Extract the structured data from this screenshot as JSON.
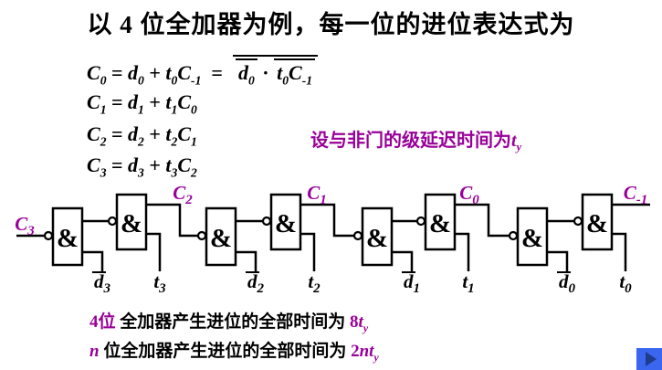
{
  "colors": {
    "purple": "#990099",
    "black": "#000000",
    "nav_bg": "#3a66f0",
    "nav_arrow": "#1f3d8f"
  },
  "title": "以 4 位全加器为例，每一位的进位表达式为",
  "equations": [
    [
      {
        "v": "C",
        "sub": "0"
      },
      {
        "op": " = "
      },
      {
        "v": "d",
        "sub": "0"
      },
      {
        "op": " + "
      },
      {
        "v": "t",
        "sub": "0"
      },
      {
        "v": "C",
        "sub": "-1"
      },
      {
        "op": "  =  "
      },
      {
        "bar": [
          {
            "bar": [
              {
                "v": "d",
                "sub": "0"
              }
            ]
          },
          {
            "op": " · "
          },
          {
            "bar": [
              {
                "v": "t",
                "sub": "0"
              },
              {
                "v": "C",
                "sub": "-1"
              }
            ]
          }
        ]
      }
    ],
    [
      {
        "v": "C",
        "sub": "1"
      },
      {
        "op": " = "
      },
      {
        "v": "d",
        "sub": "1"
      },
      {
        "op": " + "
      },
      {
        "v": "t",
        "sub": "1"
      },
      {
        "v": "C",
        "sub": "0"
      }
    ],
    [
      {
        "v": "C",
        "sub": "2"
      },
      {
        "op": " = "
      },
      {
        "v": "d",
        "sub": "2"
      },
      {
        "op": " + "
      },
      {
        "v": "t",
        "sub": "2"
      },
      {
        "v": "C",
        "sub": "1"
      }
    ],
    [
      {
        "v": "C",
        "sub": "3"
      },
      {
        "op": " = "
      },
      {
        "v": "d",
        "sub": "3"
      },
      {
        "op": " + "
      },
      {
        "v": "t",
        "sub": "3"
      },
      {
        "v": "C",
        "sub": "2"
      }
    ]
  ],
  "delay_note": {
    "segments": [
      {
        "text": "设与非门的级延迟时间为",
        "kind": "cnp"
      },
      {
        "text": "t",
        "sub": "y",
        "kind": "varp"
      }
    ]
  },
  "bottom_notes": [
    {
      "segments": [
        {
          "text": "4",
          "kind": "nump"
        },
        {
          "text": "位",
          "kind": "cnp"
        },
        {
          "text": " 全加器产生进位的全部时间为 ",
          "kind": "cn"
        },
        {
          "text": "8",
          "kind": "nump"
        },
        {
          "text": "t",
          "sub": "y",
          "kind": "varp"
        }
      ]
    },
    {
      "segments": [
        {
          "text": "n",
          "kind": "varp"
        },
        {
          "text": " 位全加器产生进位的全部时间为 ",
          "kind": "cn"
        },
        {
          "text": "2",
          "kind": "nump"
        },
        {
          "text": "n",
          "kind": "varp"
        },
        {
          "text": "t",
          "sub": "y",
          "kind": "varp"
        }
      ]
    }
  ],
  "circuit": {
    "gate_symbol": "&",
    "carry_in": {
      "v": "C",
      "sub": "3"
    },
    "stages": [
      {
        "d": {
          "v": "d",
          "sub": "3",
          "bar": true
        },
        "t": {
          "v": "t",
          "sub": "3"
        },
        "cout": {
          "v": "C",
          "sub": "2"
        }
      },
      {
        "d": {
          "v": "d",
          "sub": "2",
          "bar": true
        },
        "t": {
          "v": "t",
          "sub": "2"
        },
        "cout": {
          "v": "C",
          "sub": "1"
        }
      },
      {
        "d": {
          "v": "d",
          "sub": "1",
          "bar": true
        },
        "t": {
          "v": "t",
          "sub": "1"
        },
        "cout": {
          "v": "C",
          "sub": "0"
        }
      },
      {
        "d": {
          "v": "d",
          "sub": "0",
          "bar": true
        },
        "t": {
          "v": "t",
          "sub": "0"
        },
        "cout": {
          "v": "C",
          "sub": "-1"
        }
      }
    ]
  },
  "nav": {
    "type": "next"
  }
}
